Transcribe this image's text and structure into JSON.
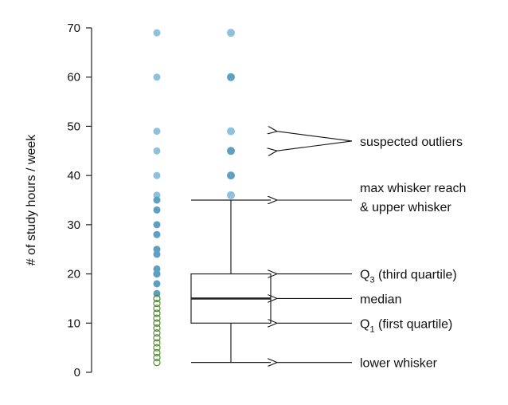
{
  "chart_data": {
    "type": "boxplot",
    "ylabel": "# of study hours / week",
    "ylim": [
      0,
      70
    ],
    "yticks": [
      0,
      10,
      20,
      30,
      40,
      50,
      60,
      70
    ],
    "box": {
      "lower_whisker": 2,
      "q1": 10,
      "median": 15,
      "q3": 20,
      "upper_whisker": 35
    },
    "outliers": [
      36,
      40,
      45,
      49,
      60,
      69
    ],
    "dot_values": [
      69,
      60,
      49,
      45,
      40,
      36,
      35,
      33,
      30,
      28,
      25,
      24,
      21,
      20,
      20,
      18,
      16,
      15,
      15,
      15,
      14,
      14,
      13,
      13,
      12,
      12,
      12,
      11,
      11,
      10,
      10,
      10,
      9,
      9,
      8,
      8,
      7,
      7,
      6,
      6,
      5,
      5,
      4,
      4,
      3,
      3,
      2,
      2
    ],
    "colors": {
      "outlier_dot": "#8ec1dc",
      "dot": "#5f9fc2",
      "open_dot": "#4e8a2e",
      "box_line": "#222222"
    },
    "annotations": [
      {
        "lines": [
          "suspected outliers"
        ],
        "targets": [
          49,
          45
        ]
      },
      {
        "lines": [
          "max whisker reach",
          "& upper whisker"
        ],
        "targets": [
          35
        ]
      },
      {
        "label": "Q",
        "sub": "3",
        "rest": "  (third quartile)",
        "targets": [
          20
        ]
      },
      {
        "lines": [
          "median"
        ],
        "targets": [
          15
        ]
      },
      {
        "label": "Q",
        "sub": "1",
        "rest": "  (first quartile)",
        "targets": [
          10
        ]
      },
      {
        "lines": [
          "lower whisker"
        ],
        "targets": [
          2
        ]
      }
    ]
  }
}
